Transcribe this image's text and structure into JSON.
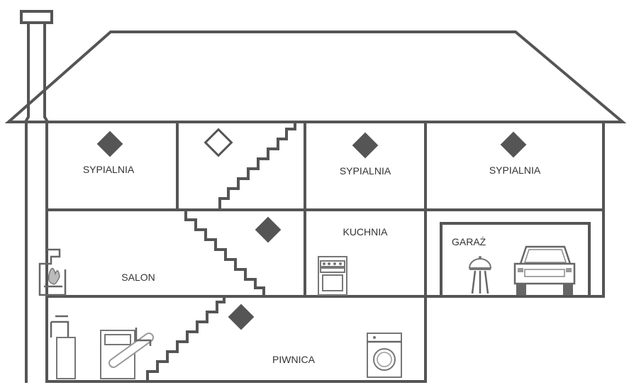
{
  "rooms": {
    "bedroom_1": "SYPIALNIA",
    "bedroom_2": "SYPIALNIA",
    "bedroom_3": "SYPIALNIA",
    "living_room": "SALON",
    "kitchen": "KUCHNIA",
    "garage": "GARAŻ",
    "basement": "PIWNICA"
  },
  "legend_colors": {
    "detector_filled": "#555555",
    "detector_outline": "#555555"
  },
  "icons": [
    "detector-diamond-filled",
    "detector-diamond-outline",
    "chimney",
    "fireplace",
    "stove",
    "grill",
    "car",
    "water-heater",
    "furnace",
    "washing-machine",
    "staircase"
  ]
}
